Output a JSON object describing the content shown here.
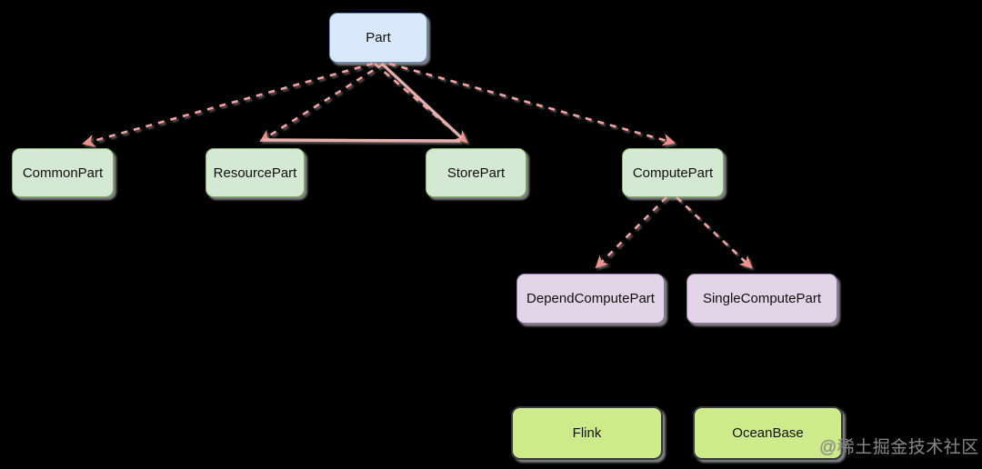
{
  "diagram": {
    "type": "tree-hierarchy",
    "background_color": "#000000",
    "palette": {
      "blue_fill": "#dae8fc",
      "blue_border": "#6c8ebf",
      "green_fill": "#d5e8d4",
      "green_border": "#82b366",
      "purple_fill": "#e1d5e7",
      "purple_border": "#9673a6",
      "lime_fill": "#cdeb8b",
      "lime_border": "#36393d",
      "edge_pink": "#f3a2a0",
      "edge_solid_pink": "#e7afad",
      "arrow_fill": "#f0908c"
    },
    "nodes": [
      {
        "label": "Part",
        "color_role": "blue"
      },
      {
        "label": "CommonPart",
        "color_role": "green"
      },
      {
        "label": "ResourcePart",
        "color_role": "green"
      },
      {
        "label": "StorePart",
        "color_role": "green"
      },
      {
        "label": "ComputePart",
        "color_role": "green"
      },
      {
        "label": "DependComputePart",
        "color_role": "purple"
      },
      {
        "label": "SingleComputePart",
        "color_role": "purple"
      },
      {
        "label": "Flink",
        "color_role": "lime"
      },
      {
        "label": "OceanBase",
        "color_role": "lime"
      }
    ],
    "edges": [
      {
        "from": "Part",
        "to": "CommonPart",
        "style": "dashed",
        "arrow": true
      },
      {
        "from": "Part",
        "to": "ResourcePart",
        "style": "dashed",
        "arrow": true
      },
      {
        "from": "Part",
        "to": "StorePart",
        "style": "dashed",
        "arrow": true
      },
      {
        "from": "Part",
        "to": "StorePart",
        "style": "solid",
        "arrow": false
      },
      {
        "from": "Part",
        "to": "ComputePart",
        "style": "dashed",
        "arrow": true
      },
      {
        "from": "ResourcePart",
        "to": "StorePart",
        "style": "solid",
        "arrow": false
      },
      {
        "from": "ComputePart",
        "to": "DependComputePart",
        "style": "dashed",
        "arrow": true
      },
      {
        "from": "ComputePart",
        "to": "SingleComputePart",
        "style": "dashed",
        "arrow": true
      }
    ],
    "watermark": {
      "text": "@稀土掘金技术社区",
      "color": "#8f8f8f"
    }
  }
}
